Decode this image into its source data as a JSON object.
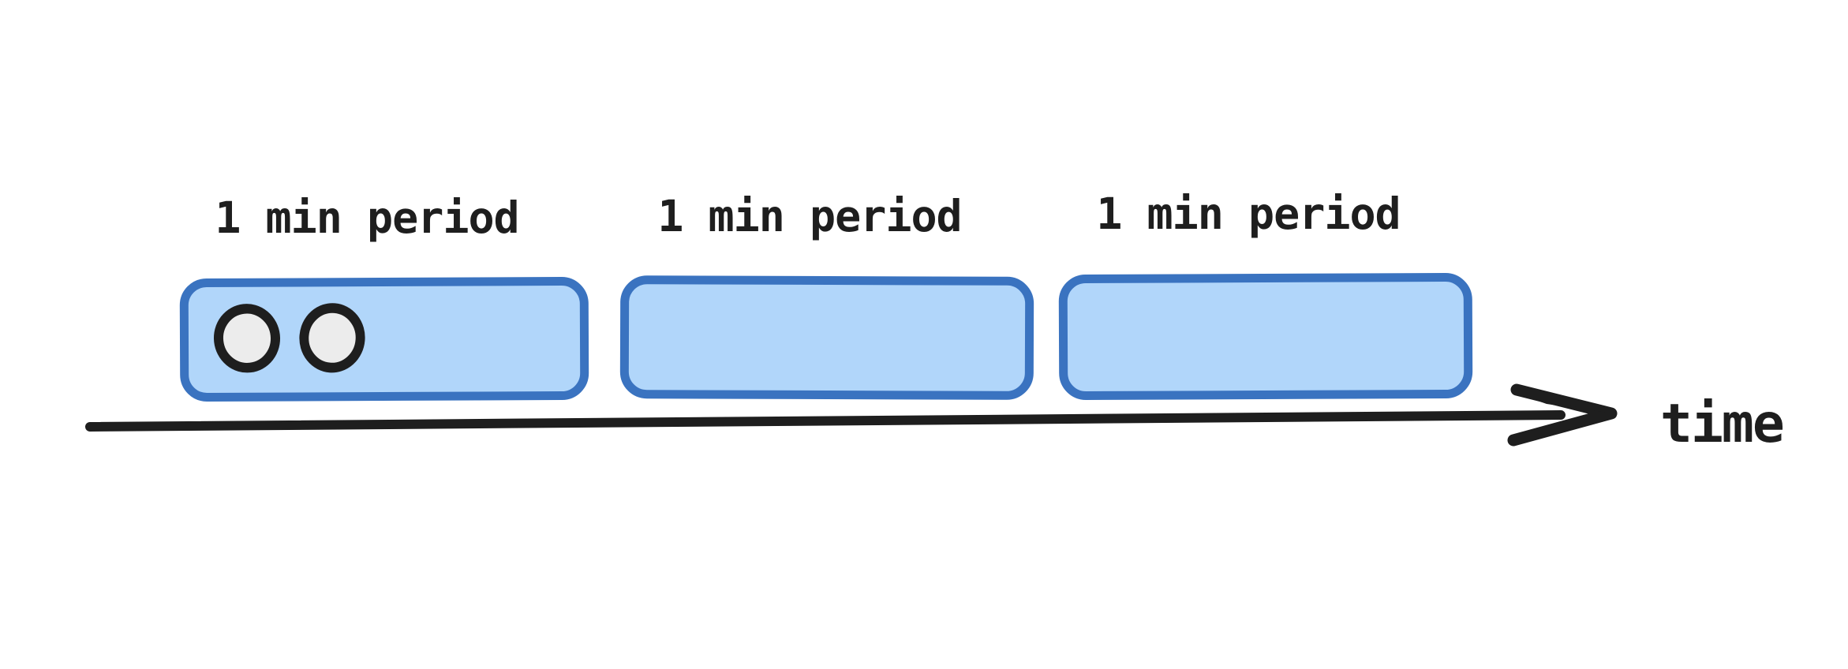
{
  "colors": {
    "box_fill": "#b1d6fa",
    "box_stroke": "#3a73c0",
    "token_fill": "#ececec",
    "ink": "#1e1e1e",
    "bg": "#ffffff"
  },
  "diagram": {
    "type": "timeline",
    "description_visible_elements": "three fixed-window rate-limit periods on a time axis",
    "periods": [
      {
        "label": "1 min period",
        "tokens": 2
      },
      {
        "label": "1 min period",
        "tokens": 0
      },
      {
        "label": "1 min period",
        "tokens": 0
      }
    ],
    "axis": {
      "label": "time",
      "direction": "right"
    }
  }
}
